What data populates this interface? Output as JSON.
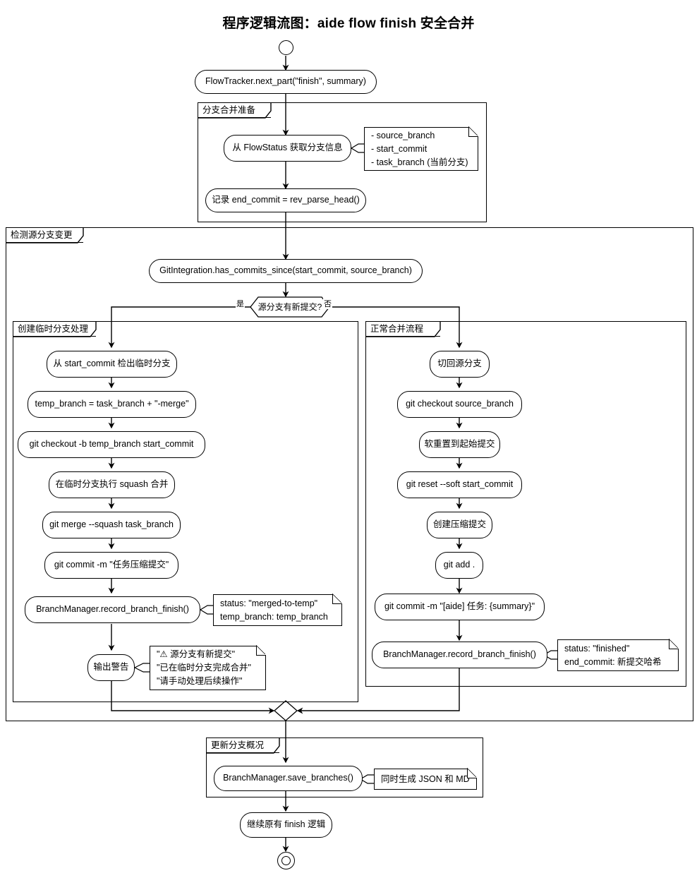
{
  "title": "程序逻辑流图：aide flow finish 安全合并",
  "start_node": "start-circle",
  "end_node": "end-circle",
  "nodes": {
    "flow_tracker": "FlowTracker.next_part(\"finish\", summary)",
    "get_branch_info": "从 FlowStatus 获取分支信息",
    "record_end_commit": "记录 end_commit = rev_parse_head()",
    "has_commits_since": "GitIntegration.has_commits_since(start_commit, source_branch)",
    "decision": "源分支有新提交?",
    "left_1": "从 start_commit 检出临时分支",
    "left_2": "temp_branch = task_branch + \"-merge\"",
    "left_3": "git checkout -b temp_branch start_commit",
    "left_4": "在临时分支执行 squash 合并",
    "left_5": "git merge --squash task_branch",
    "left_6": "git commit -m \"任务压缩提交\"",
    "left_7": "BranchManager.record_branch_finish()",
    "left_8": "输出警告",
    "right_1": "切回源分支",
    "right_2": "git checkout source_branch",
    "right_3": "软重置到起始提交",
    "right_4": "git reset --soft start_commit",
    "right_5": "创建压缩提交",
    "right_6": "git add .",
    "right_7": "git commit -m \"[aide] 任务: {summary}\"",
    "right_8": "BranchManager.record_branch_finish()",
    "save_branches": "BranchManager.save_branches()",
    "continue_finish": "继续原有 finish 逻辑"
  },
  "edge_labels": {
    "yes": "是",
    "no": "否"
  },
  "groups": {
    "merge_prep": "分支合并准备",
    "detect_changes": "检测源分支变更",
    "temp_branch_flow": "创建临时分支处理",
    "normal_merge_flow": "正常合并流程",
    "update_overview": "更新分支概况"
  },
  "notes": {
    "branch_info": [
      "- source_branch",
      "- start_commit",
      "- task_branch (当前分支)"
    ],
    "merged_to_temp": [
      "status: \"merged-to-temp\"",
      "temp_branch: temp_branch"
    ],
    "warning": [
      "\"⚠ 源分支有新提交\"",
      "\"已在临时分支完成合并\"",
      "\"请手动处理后续操作\""
    ],
    "finished": [
      "status: \"finished\"",
      "end_commit: 新提交哈希"
    ],
    "save_branches": [
      "同时生成 JSON 和 MD"
    ]
  },
  "colors": {
    "stroke": "#000000",
    "fill": "#ffffff",
    "text": "#000000"
  }
}
